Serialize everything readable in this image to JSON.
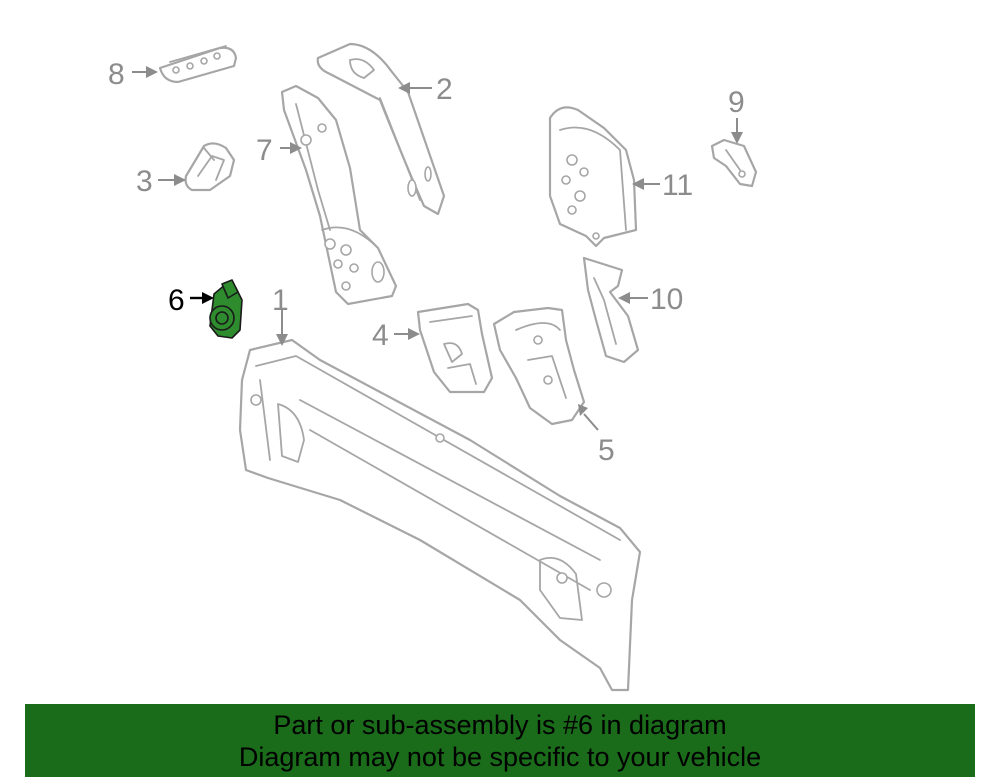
{
  "diagram": {
    "selected_part": "6",
    "selected_color": "#2e8b2e",
    "callouts": [
      {
        "id": "c1",
        "label": "1"
      },
      {
        "id": "c2",
        "label": "2"
      },
      {
        "id": "c3",
        "label": "3"
      },
      {
        "id": "c4",
        "label": "4"
      },
      {
        "id": "c5",
        "label": "5"
      },
      {
        "id": "c6",
        "label": "6"
      },
      {
        "id": "c7",
        "label": "7"
      },
      {
        "id": "c8",
        "label": "8"
      },
      {
        "id": "c9",
        "label": "9"
      },
      {
        "id": "c10",
        "label": "10"
      },
      {
        "id": "c11",
        "label": "11"
      }
    ]
  },
  "banner": {
    "line1": "Part or sub-assembly is #6 in diagram",
    "line2": "Diagram may not be specific to your vehicle",
    "background": "#1a6b1a"
  }
}
